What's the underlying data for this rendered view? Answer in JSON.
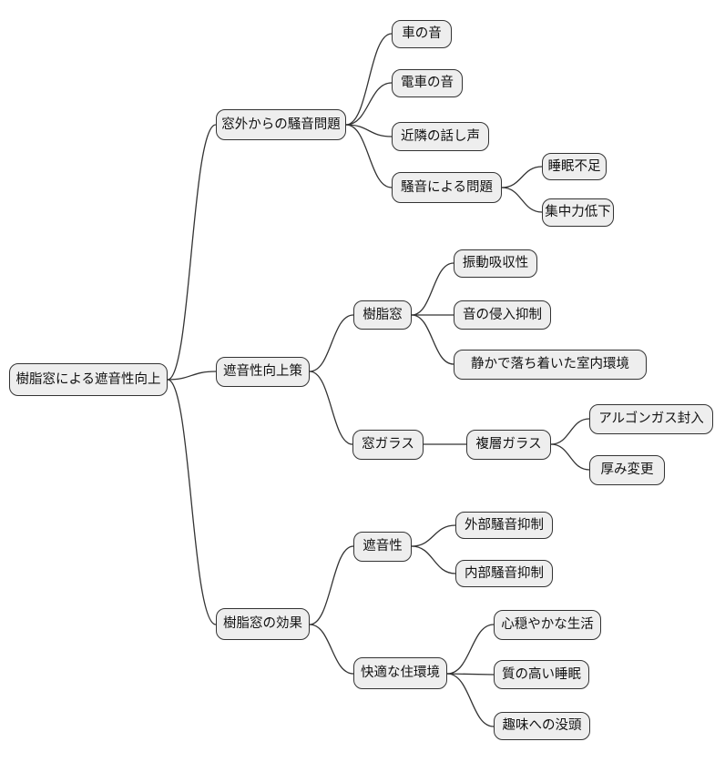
{
  "diagram_type": "mindmap",
  "colors": {
    "background": "#ffffff",
    "node_fill": "#eeeeee",
    "node_border": "#333333",
    "edge_color": "#333333",
    "text_color": "#111111"
  },
  "mindmap": {
    "root": {
      "label": "樹脂窓による遮音性向上",
      "children": [
        {
          "label": "窓外からの騒音問題",
          "children": [
            {
              "label": "車の音"
            },
            {
              "label": "電車の音"
            },
            {
              "label": "近隣の話し声"
            },
            {
              "label": "騒音による問題",
              "children": [
                {
                  "label": "睡眠不足"
                },
                {
                  "label": "集中力低下"
                }
              ]
            }
          ]
        },
        {
          "label": "遮音性向上策",
          "children": [
            {
              "label": "樹脂窓",
              "children": [
                {
                  "label": "振動吸収性"
                },
                {
                  "label": "音の侵入抑制"
                },
                {
                  "label": "静かで落ち着いた室内環境"
                }
              ]
            },
            {
              "label": "窓ガラス",
              "children": [
                {
                  "label": "複層ガラス",
                  "children": [
                    {
                      "label": "アルゴンガス封入"
                    },
                    {
                      "label": "厚み変更"
                    }
                  ]
                }
              ]
            }
          ]
        },
        {
          "label": "樹脂窓の効果",
          "children": [
            {
              "label": "遮音性",
              "children": [
                {
                  "label": "外部騒音抑制"
                },
                {
                  "label": "内部騒音抑制"
                }
              ]
            },
            {
              "label": "快適な住環境",
              "children": [
                {
                  "label": "心穏やかな生活"
                },
                {
                  "label": "質の高い睡眠"
                },
                {
                  "label": "趣味への没頭"
                }
              ]
            }
          ]
        }
      ]
    }
  }
}
